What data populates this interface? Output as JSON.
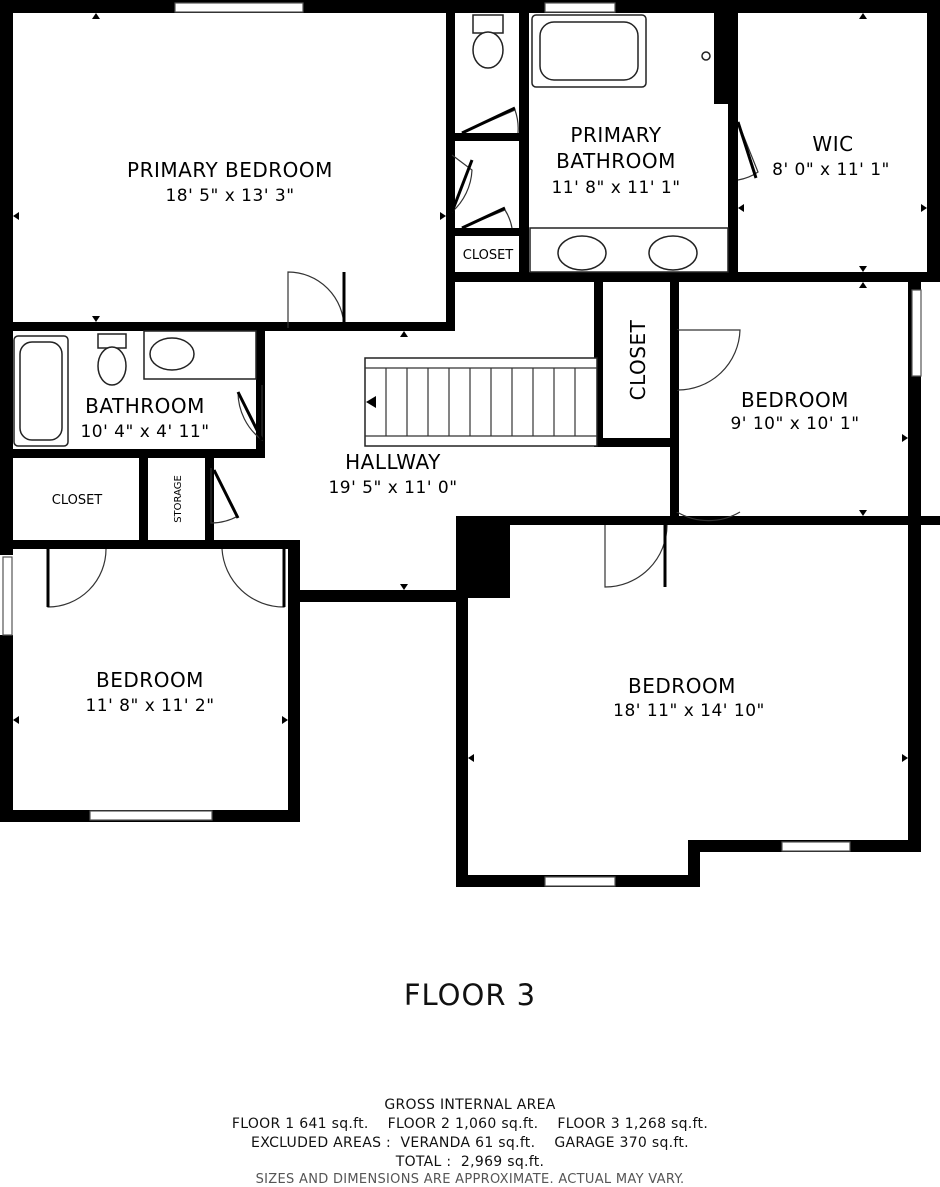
{
  "rooms": {
    "primary_bedroom": {
      "name": "PRIMARY BEDROOM",
      "dims": "18' 5\" x 13' 3\""
    },
    "primary_bathroom": {
      "name_line1": "PRIMARY",
      "name_line2": "BATHROOM",
      "dims": "11' 8\" x 11' 1\""
    },
    "wic": {
      "name": "WIC",
      "dims": "8' 0\" x 11' 1\""
    },
    "bathroom": {
      "name": "BATHROOM",
      "dims": "10' 4\" x 4' 11\""
    },
    "hallway": {
      "name": "HALLWAY",
      "dims": "19' 5\" x 11' 0\""
    },
    "bedroom_right": {
      "name": "BEDROOM",
      "dims": "9' 10\" x 10' 1\""
    },
    "bedroom_left": {
      "name": "BEDROOM",
      "dims": "11' 8\" x 11' 2\""
    },
    "bedroom_large": {
      "name": "BEDROOM",
      "dims": "18' 11\" x 14' 10\""
    },
    "closet_small": {
      "name": "CLOSET"
    },
    "closet_vertical": {
      "name": "CLOSET"
    },
    "closet_left": {
      "name": "CLOSET"
    },
    "storage": {
      "name": "STORAGE"
    }
  },
  "floor_title": "FLOOR 3",
  "area": {
    "heading": "GROSS INTERNAL AREA",
    "floors_line": "FLOOR 1 641 sq.ft.    FLOOR 2 1,060 sq.ft.    FLOOR 3 1,268 sq.ft.",
    "excluded_line": "EXCLUDED AREAS :  VERANDA 61 sq.ft.    GARAGE 370 sq.ft.",
    "total_line": "TOTAL :  2,969 sq.ft."
  },
  "disclaimer": "SIZES AND DIMENSIONS ARE APPROXIMATE. ACTUAL MAY VARY."
}
